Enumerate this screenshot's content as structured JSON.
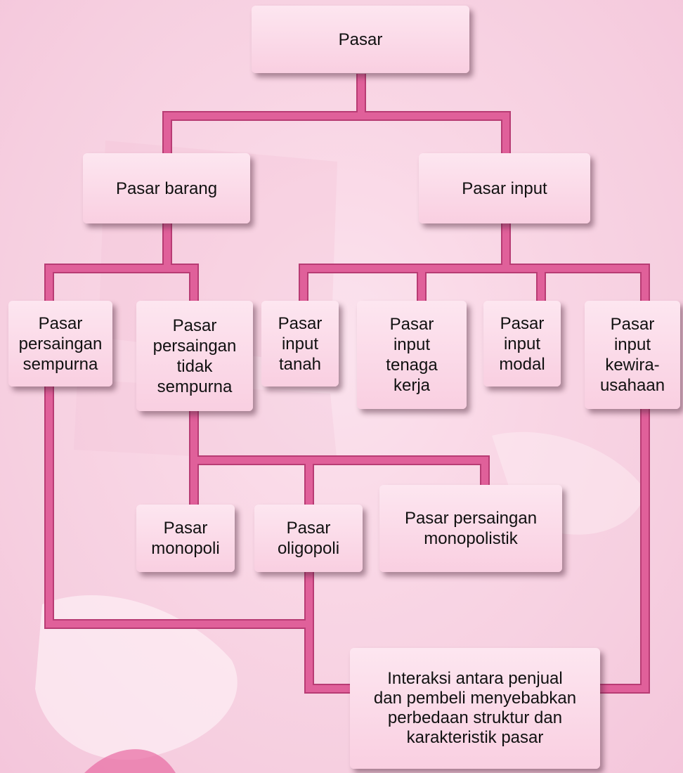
{
  "diagram": {
    "root": "Pasar",
    "goods_market": "Pasar barang",
    "input_market": "Pasar input",
    "perfect_competition": "Pasar\npersaingan\nsempurna",
    "imperfect_competition": "Pasar\npersaingan\ntidak\nsempurna",
    "land_input": "Pasar\ninput\ntanah",
    "labor_input": "Pasar\ninput\ntenaga\nkerja",
    "capital_input": "Pasar\ninput\nmodal",
    "entrepreneur_input": "Pasar\ninput\nkewira-\nusahaan",
    "monopoly": "Pasar\nmonopoli",
    "oligopoly": "Pasar\noligopoli",
    "monopolistic": "Pasar persaingan\nmonopolistik",
    "conclusion": "Interaksi antara penjual\ndan pembeli menyebabkan\nperbedaan struktur dan\nkarakteristik pasar"
  },
  "colors": {
    "connector": "#e0609a",
    "connector_edge": "#b83c74",
    "box_top": "#fde6f0",
    "box_bottom": "#f9cfe1"
  }
}
